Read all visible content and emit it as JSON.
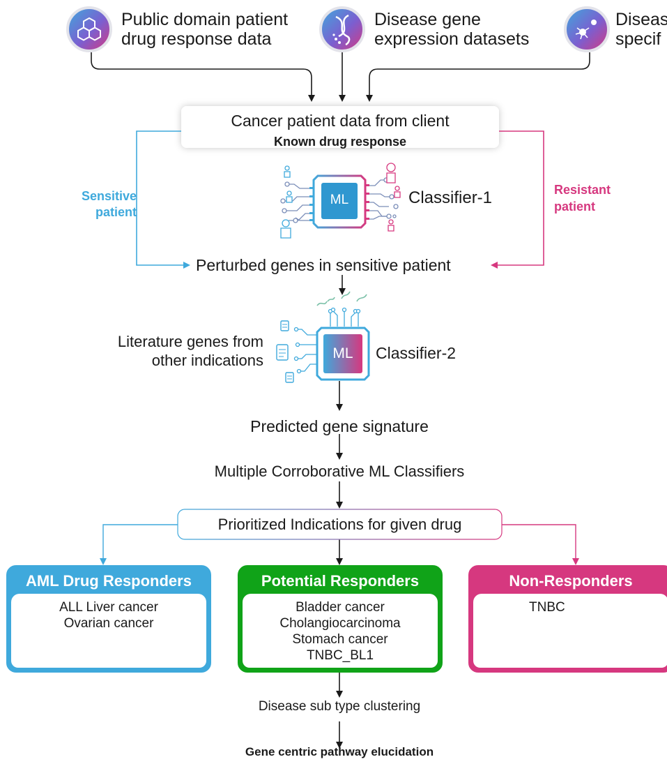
{
  "sources": [
    {
      "line1": "Public domain patient",
      "line2": "drug response data",
      "icon": "hexagon-molecule-icon"
    },
    {
      "line1": "Disease gene",
      "line2": "expression datasets",
      "icon": "dna-helix-icon"
    },
    {
      "line1": "Diseas",
      "line2": "specif",
      "icon": "cell-icon"
    }
  ],
  "client_box": {
    "title": "Cancer patient data from client",
    "subtitle": "Known drug response"
  },
  "classifier1": {
    "chip_label": "ML",
    "label": "Classifier-1"
  },
  "sensitive": {
    "line1": "Sensitive",
    "line2": "patient"
  },
  "resistant": {
    "line1": "Resistant",
    "line2": "patient"
  },
  "perturbed": "Perturbed genes in sensitive patient",
  "literature": {
    "line1": "Literature genes from",
    "line2": "other indications"
  },
  "classifier2": {
    "chip_label": "ML",
    "label": "Classifier-2"
  },
  "predicted": "Predicted gene signature",
  "multiple": "Multiple Corroborative ML Classifiers",
  "prioritized": "Prioritized Indications for given drug",
  "groups": [
    {
      "title": "AML Drug Responders",
      "items": [
        "ALL Liver cancer",
        "Ovarian cancer"
      ]
    },
    {
      "title": "Potential Responders",
      "items": [
        "Bladder cancer",
        "Cholangiocarcinoma",
        "Stomach cancer",
        "TNBC_BL1"
      ]
    },
    {
      "title": "Non-Responders",
      "items": [
        "TNBC"
      ]
    }
  ],
  "clustering": "Disease sub type clustering",
  "pathway": "Gene centric pathway elucidation",
  "colors": {
    "blue": "#3fa9dc",
    "green": "#10a318",
    "pink": "#d6387f",
    "purple": "#8b5cc8",
    "text": "#1a1a1a"
  }
}
